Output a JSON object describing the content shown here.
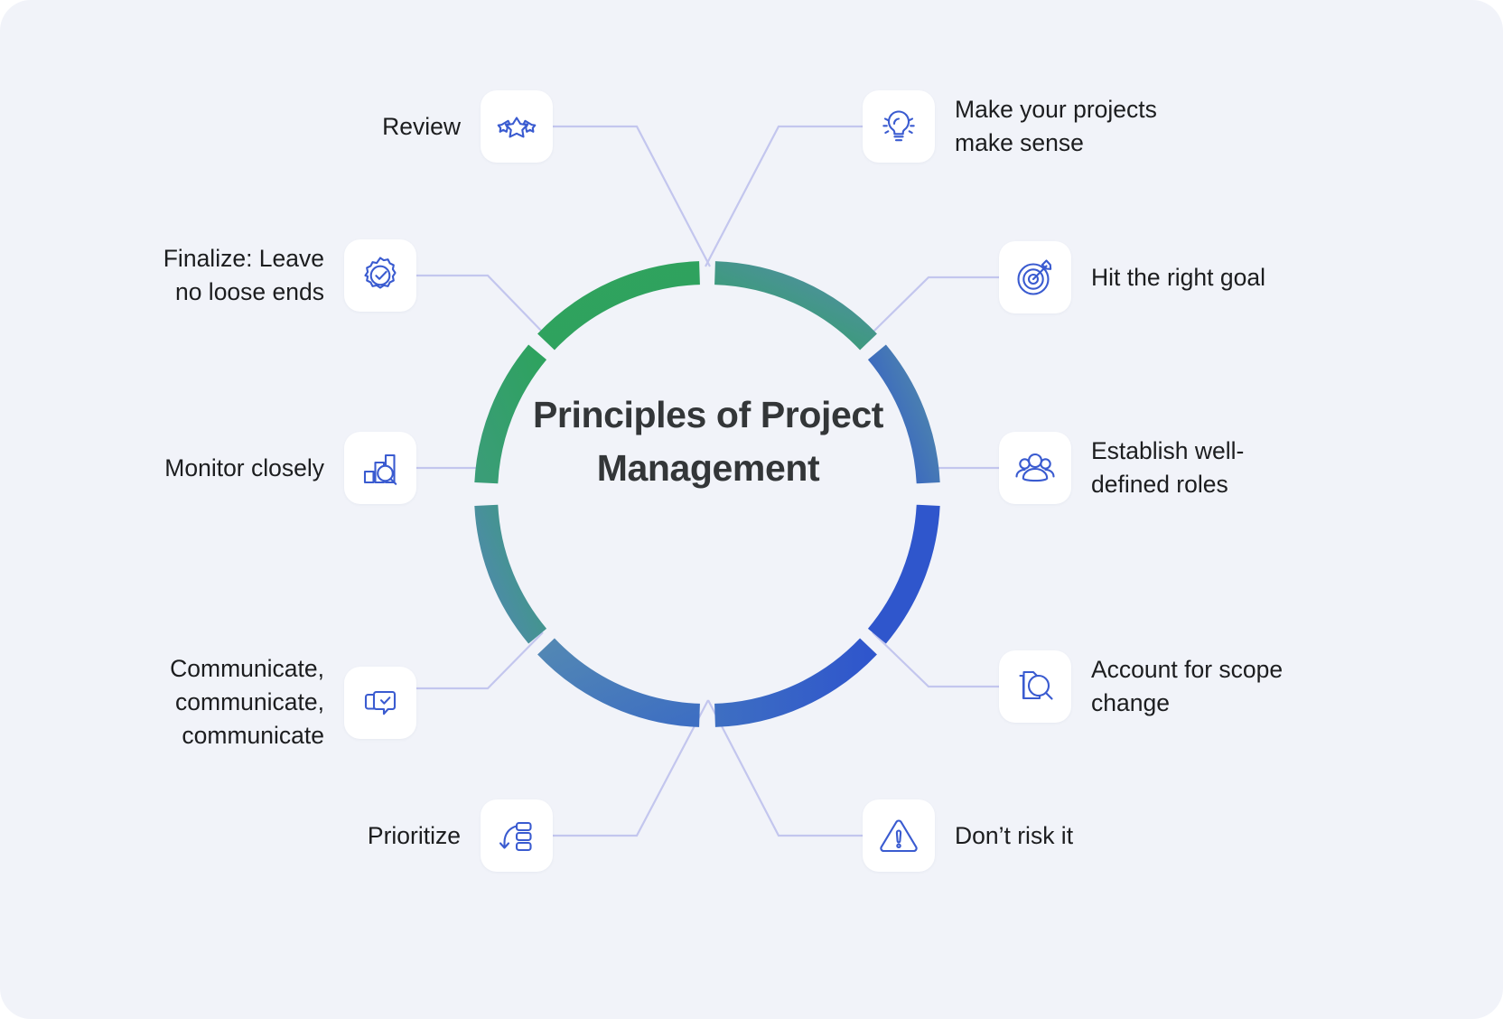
{
  "page": {
    "background_color": "#f1f3f9",
    "card_color": "#ffffff",
    "icon_color": "#3a5bd0",
    "connector_color": "#c3c6ee",
    "text_color": "#1c1d1f",
    "title_color": "#333638"
  },
  "center": {
    "title": "Principles of\nProject\nManagement"
  },
  "ring": {
    "segments": 8,
    "gradient_start": "#2fa360",
    "gradient_mid": "#4f8fa3",
    "gradient_end": "#2f54c8",
    "colors": [
      "#2fa360",
      "#35a065",
      "#4a93a0",
      "#5f86ad",
      "#4c7bc0",
      "#3a63c7",
      "#2f54c8",
      "#2f55cb"
    ]
  },
  "nodes": [
    {
      "id": "review",
      "side": "left",
      "label": "Review",
      "icon": "three-stars-icon"
    },
    {
      "id": "finalize",
      "side": "left",
      "label": "Finalize: Leave\nno loose ends",
      "icon": "gear-check-icon"
    },
    {
      "id": "monitor",
      "side": "left",
      "label": "Monitor closely",
      "icon": "bar-chart-search-icon"
    },
    {
      "id": "communicate",
      "side": "left",
      "label": "Communicate,\ncommunicate,\ncommunicate",
      "icon": "chat-check-icon"
    },
    {
      "id": "prioritize",
      "side": "left",
      "label": "Prioritize",
      "icon": "priority-list-icon"
    },
    {
      "id": "make-sense",
      "side": "right",
      "label": "Make your projects\nmake sense",
      "icon": "lightbulb-icon"
    },
    {
      "id": "right-goal",
      "side": "right",
      "label": "Hit the right goal",
      "icon": "target-arrow-icon"
    },
    {
      "id": "roles",
      "side": "right",
      "label": "Establish well-\ndefined roles",
      "icon": "people-group-icon"
    },
    {
      "id": "scope-change",
      "side": "right",
      "label": "Account for scope\nchange",
      "icon": "document-search-icon"
    },
    {
      "id": "risk",
      "side": "right",
      "label": "Don’t risk it",
      "icon": "warning-triangle-icon"
    }
  ],
  "chart_data": {
    "type": "pie",
    "title": "Principles of Project Management",
    "categories": [
      "Make your projects make sense",
      "Hit the right goal",
      "Establish well-defined roles",
      "Account for scope change",
      "Don’t risk it",
      "Prioritize",
      "Communicate, communicate, communicate",
      "Monitor closely",
      "Finalize: Leave no loose ends",
      "Review"
    ],
    "values": [
      10,
      10,
      10,
      10,
      10,
      10,
      10,
      10,
      10,
      10
    ],
    "xlabel": "",
    "ylabel": "",
    "legend_position": "around"
  }
}
